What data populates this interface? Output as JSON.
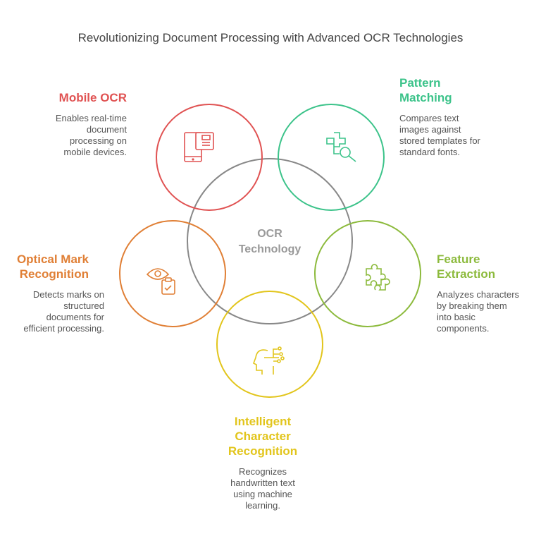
{
  "title": "Revolutionizing Document Processing with Advanced OCR Technologies",
  "center": {
    "label_line1": "OCR",
    "label_line2": "Technology",
    "color": "#888888"
  },
  "items": [
    {
      "title": "Mobile OCR",
      "desc_lines": [
        "Enables real-time",
        "document",
        "processing on",
        "mobile devices."
      ],
      "color": "#e05252",
      "icon": "mobile-document-icon"
    },
    {
      "title_lines": [
        "Pattern",
        "Matching"
      ],
      "desc_lines": [
        "Compares text",
        "images against",
        "stored templates for",
        "standard fonts."
      ],
      "color": "#3cc38a",
      "icon": "pattern-search-icon"
    },
    {
      "title_lines": [
        "Optical Mark",
        "Recognition"
      ],
      "desc_lines": [
        "Detects marks on",
        "structured",
        "documents for",
        "efficient processing."
      ],
      "color": "#e07f35",
      "icon": "eye-clipboard-icon"
    },
    {
      "title_lines": [
        "Feature",
        "Extraction"
      ],
      "desc_lines": [
        "Analyzes characters",
        "by breaking them",
        "into basic",
        "components."
      ],
      "color": "#8cba3c",
      "icon": "puzzle-icon"
    },
    {
      "title_lines": [
        "Intelligent",
        "Character",
        "Recognition"
      ],
      "desc_lines": [
        "Recognizes",
        "handwritten text",
        "using machine",
        "learning."
      ],
      "color": "#e2c51c",
      "icon": "ai-head-icon"
    }
  ]
}
